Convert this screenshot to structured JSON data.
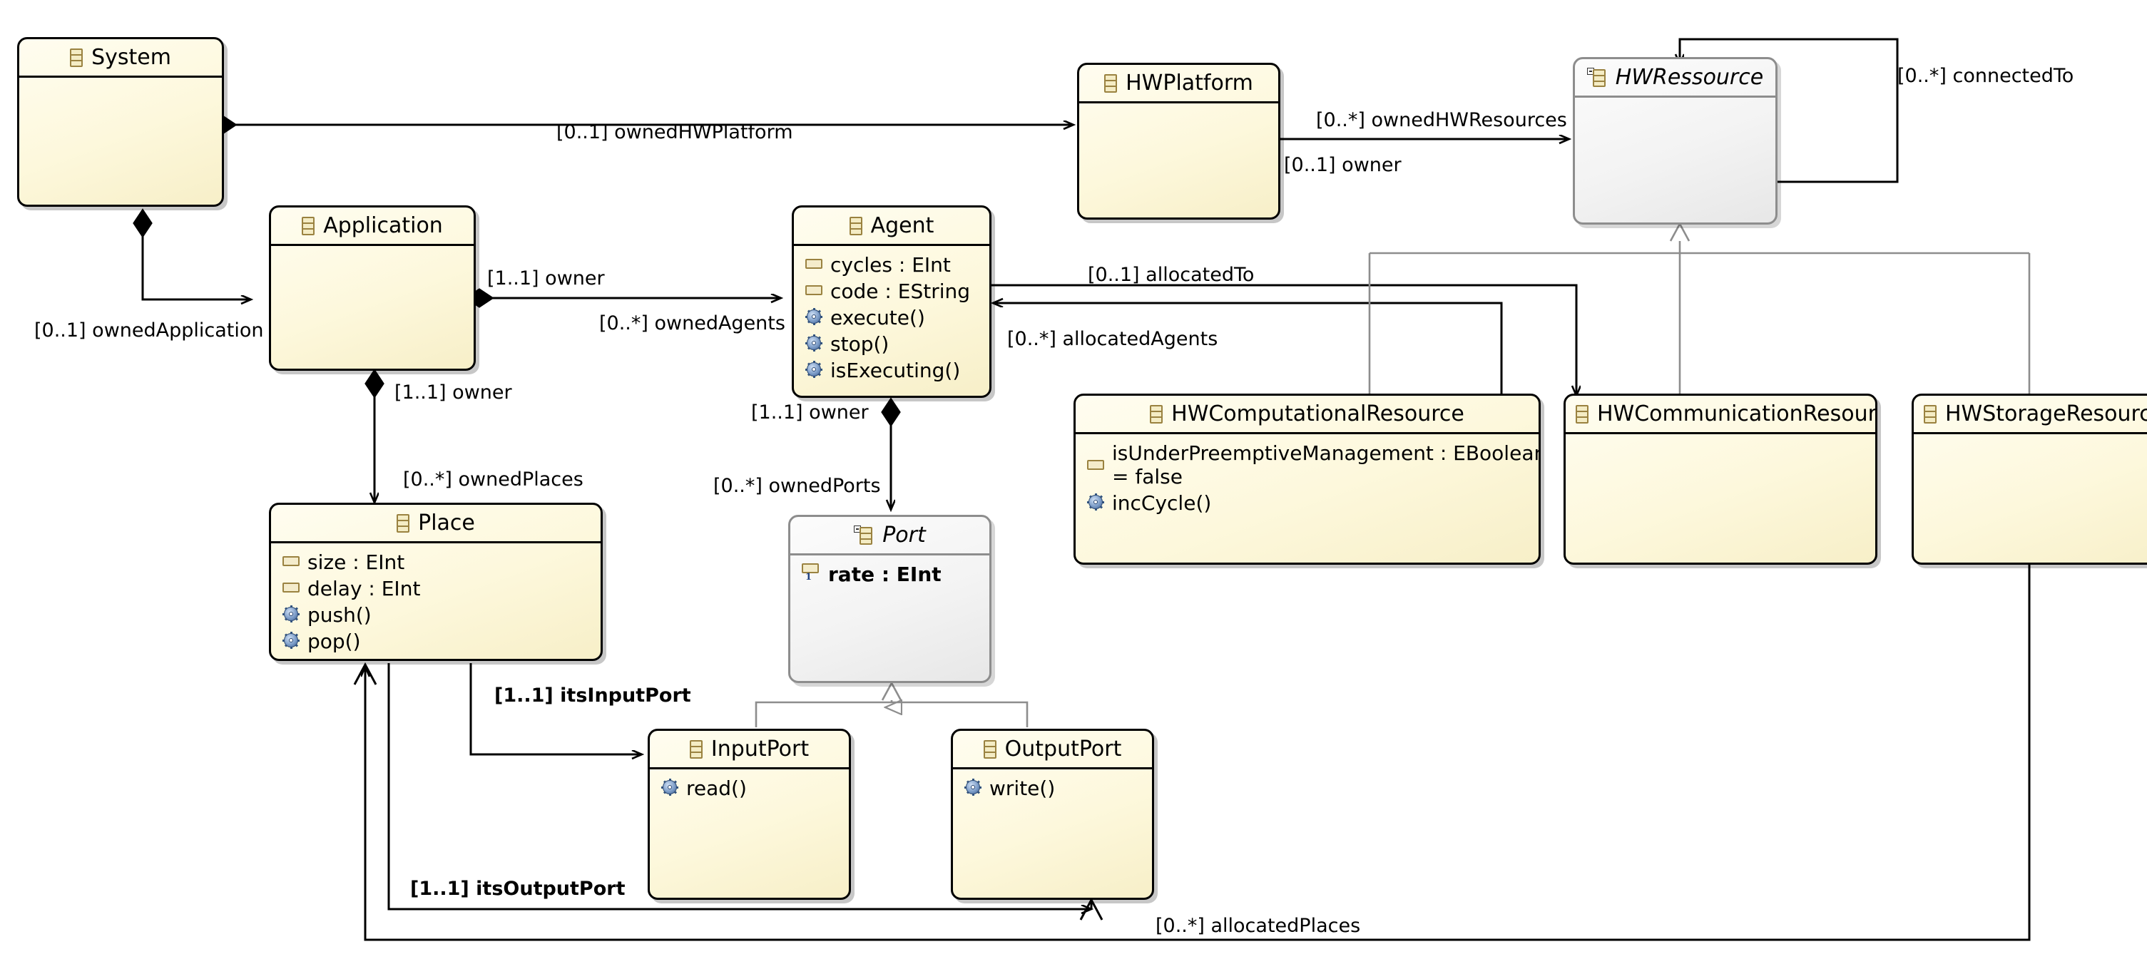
{
  "diagram": {
    "kind": "uml-class-diagram",
    "palette": {
      "class_fill": "#fffdf0",
      "class_fill_alt": "#f7efc8",
      "class_border": "#000000",
      "abstract_fill": "#f3f3f3",
      "abstract_border": "#8d8d8d",
      "edge_solid": "#000000",
      "edge_generalization": "#8d8d8d",
      "attr_icon": "#f4ecc4",
      "op_icon": "#3d5f92",
      "canvas": "#ffffff"
    }
  },
  "classes": [
    {
      "id": "system",
      "name": "System",
      "abstract": false,
      "icon": "class-icon",
      "attributes": [],
      "operations": []
    },
    {
      "id": "application",
      "name": "Application",
      "abstract": false,
      "icon": "class-icon",
      "attributes": [],
      "operations": []
    },
    {
      "id": "agent",
      "name": "Agent",
      "abstract": false,
      "icon": "class-icon",
      "attributes": [
        "cycles : EInt",
        "code : EString"
      ],
      "operations": [
        "execute()",
        "stop()",
        "isExecuting()"
      ]
    },
    {
      "id": "hwplatform",
      "name": "HWPlatform",
      "abstract": false,
      "icon": "class-icon",
      "attributes": [],
      "operations": []
    },
    {
      "id": "hwressource",
      "name": "HWRessource",
      "abstract": true,
      "icon": "abstract-class-icon",
      "attributes": [],
      "operations": []
    },
    {
      "id": "place",
      "name": "Place",
      "abstract": false,
      "icon": "class-icon",
      "attributes": [
        "size : EInt",
        "delay : EInt"
      ],
      "operations": [
        "push()",
        "pop()"
      ]
    },
    {
      "id": "port",
      "name": "Port",
      "abstract": true,
      "icon": "abstract-class-icon",
      "attributes": [
        "rate : EInt"
      ],
      "operations": []
    },
    {
      "id": "inputport",
      "name": "InputPort",
      "abstract": false,
      "icon": "class-icon",
      "attributes": [],
      "operations": [
        "read()"
      ]
    },
    {
      "id": "outputport",
      "name": "OutputPort",
      "abstract": false,
      "icon": "class-icon",
      "attributes": [],
      "operations": [
        "write()"
      ]
    },
    {
      "id": "hwcomputationalresource",
      "name": "HWComputationalResource",
      "abstract": false,
      "icon": "class-icon",
      "attributes": [
        "isUnderPreemptiveManagement : EBoolean",
        "= false"
      ],
      "operations": [
        "incCycle()"
      ]
    },
    {
      "id": "hwcommunicationresource",
      "name": "HWCommunicationResource",
      "abstract": false,
      "icon": "class-icon",
      "attributes": [],
      "operations": []
    },
    {
      "id": "hwstorageresource",
      "name": "HWStorageResource",
      "abstract": false,
      "icon": "class-icon",
      "attributes": [],
      "operations": []
    }
  ],
  "edge_labels": [
    {
      "id": "owned-hw-platform",
      "text": "[0..1] ownedHWPlatform",
      "bold": false
    },
    {
      "id": "owned-hw-resources",
      "text": "[0..*] ownedHWResources",
      "bold": false
    },
    {
      "id": "hwres-owner",
      "text": "[0..1] owner",
      "bold": false
    },
    {
      "id": "connected-to",
      "text": "[0..*] connectedTo",
      "bold": false
    },
    {
      "id": "owned-application",
      "text": "[0..1] ownedApplication",
      "bold": false
    },
    {
      "id": "app-owner",
      "text": "[1..1] owner",
      "bold": false
    },
    {
      "id": "owned-agents",
      "text": "[0..*] ownedAgents",
      "bold": false
    },
    {
      "id": "allocated-to",
      "text": "[0..1] allocatedTo",
      "bold": false
    },
    {
      "id": "allocated-agents",
      "text": "[0..*] allocatedAgents",
      "bold": false
    },
    {
      "id": "place-owner",
      "text": "[1..1] owner",
      "bold": false
    },
    {
      "id": "owned-places",
      "text": "[0..*] ownedPlaces",
      "bold": false
    },
    {
      "id": "agent-port-owner",
      "text": "[1..1] owner",
      "bold": false
    },
    {
      "id": "owned-ports",
      "text": "[0..*] ownedPorts",
      "bold": false
    },
    {
      "id": "its-input-port",
      "text": "[1..1] itsInputPort",
      "bold": true
    },
    {
      "id": "its-output-port",
      "text": "[1..1] itsOutputPort",
      "bold": true
    },
    {
      "id": "allocated-places",
      "text": "[0..*] allocatedPlaces",
      "bold": false
    }
  ]
}
